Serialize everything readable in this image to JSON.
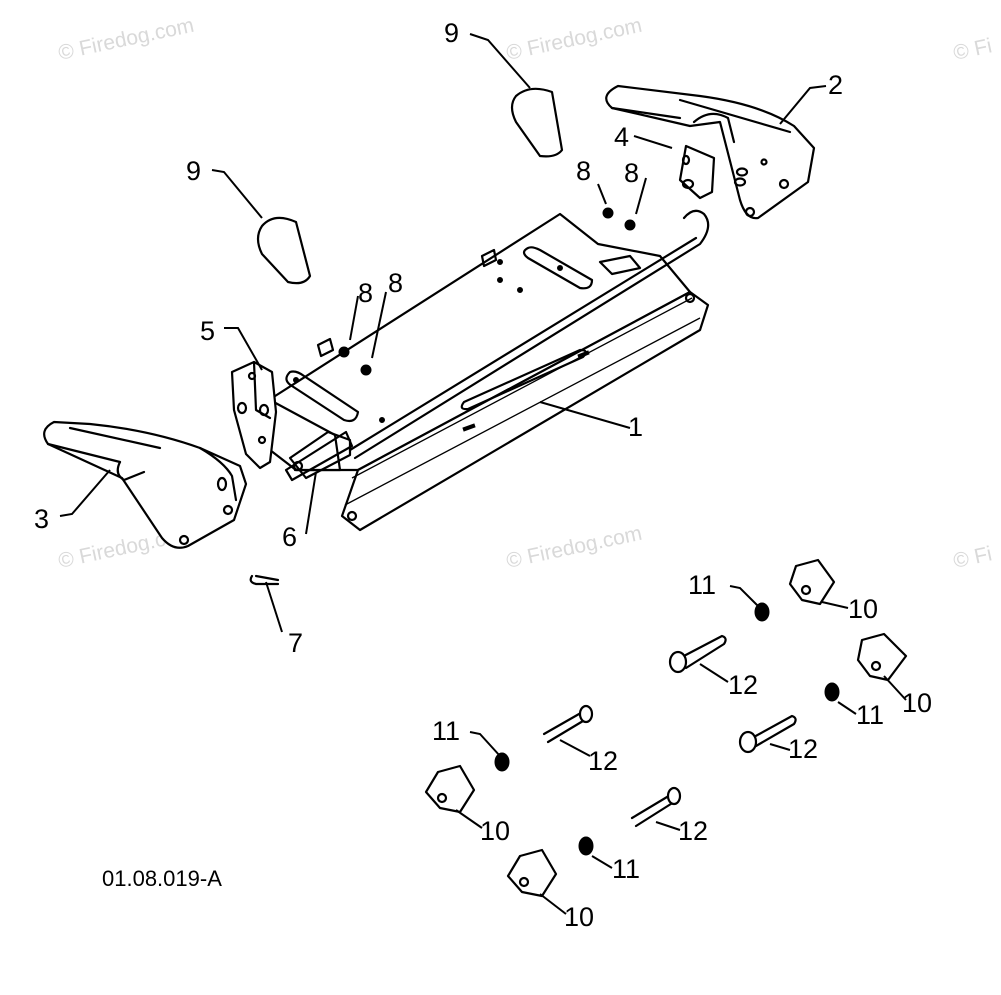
{
  "watermarks": [
    "© Firedog.com",
    "© Firedog.com",
    "© Fi",
    "© Firedog.com",
    "© Firedog.com",
    "© Fi"
  ],
  "callouts": [
    "1",
    "2",
    "3",
    "4",
    "5",
    "6",
    "7",
    "8",
    "8",
    "8",
    "8",
    "9",
    "9",
    "10",
    "10",
    "10",
    "10",
    "11",
    "11",
    "11",
    "11",
    "12",
    "12",
    "12",
    "12"
  ],
  "drawing_code": "01.08.019-A"
}
